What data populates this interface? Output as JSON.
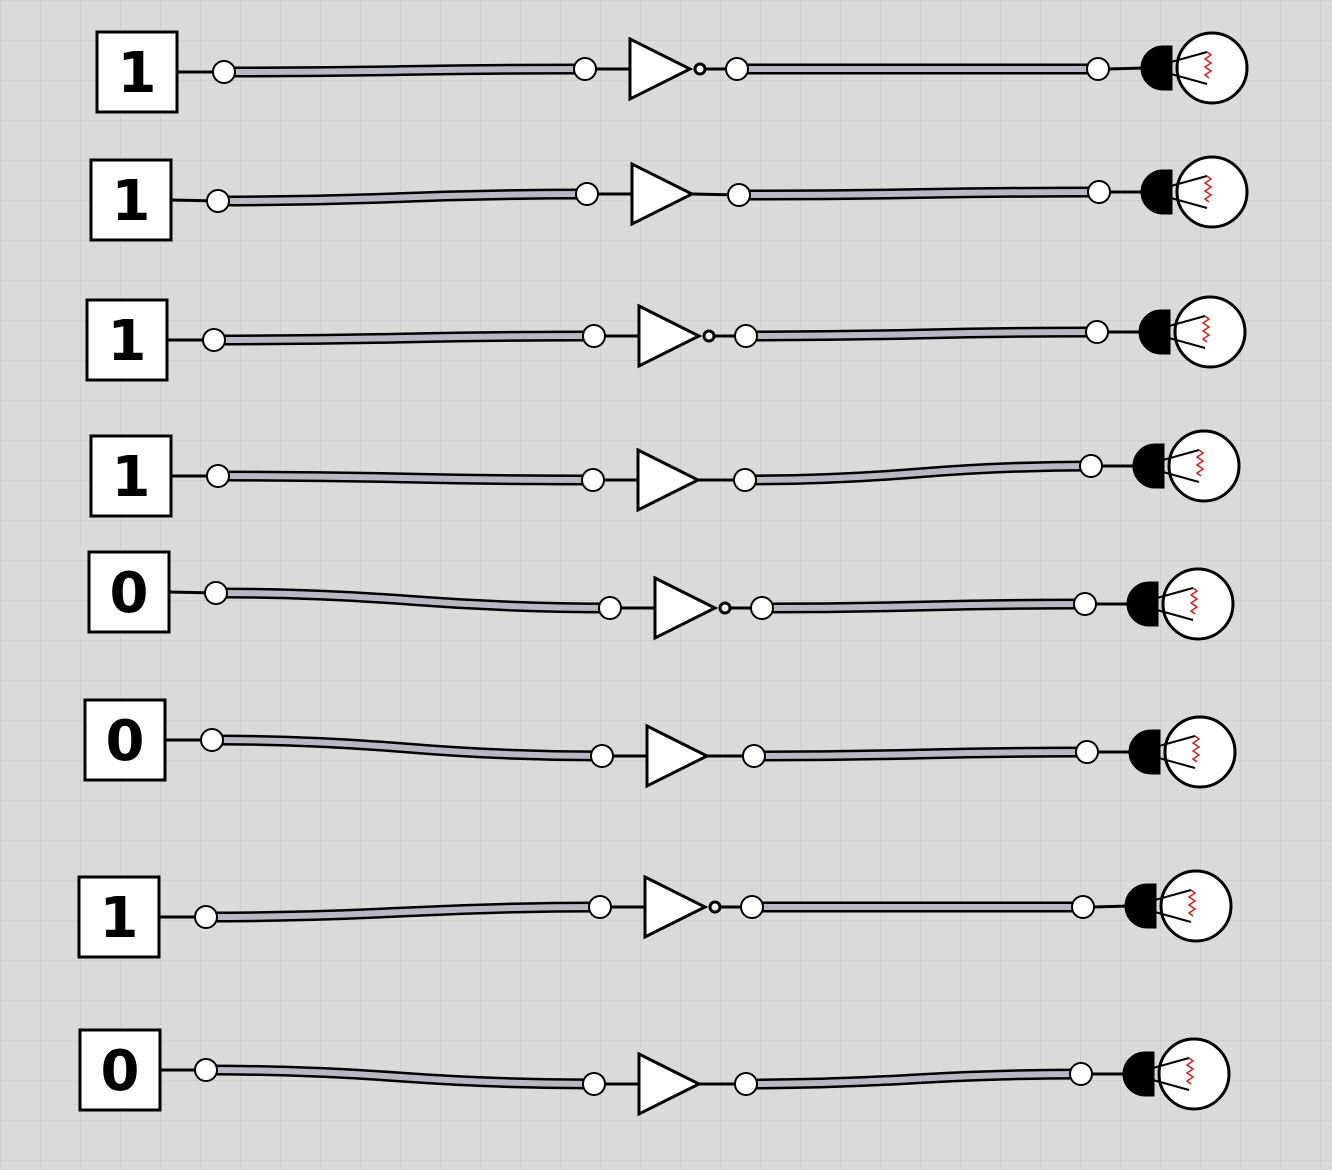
{
  "circuits": [
    {
      "input": "1",
      "gate": "not-gate"
    },
    {
      "input": "1",
      "gate": "buffer-gate"
    },
    {
      "input": "1",
      "gate": "not-gate"
    },
    {
      "input": "1",
      "gate": "buffer-gate"
    },
    {
      "input": "0",
      "gate": "not-gate"
    },
    {
      "input": "0",
      "gate": "buffer-gate"
    },
    {
      "input": "1",
      "gate": "not-gate"
    },
    {
      "input": "0",
      "gate": "buffer-gate"
    }
  ],
  "colors": {
    "background": "#dadada",
    "grid": "#cfcfcf",
    "wire_fill": "#b8b8c4",
    "stroke": "#000000",
    "filament": "#cc2222",
    "bulb_fill": "#ffffff"
  },
  "icons": {
    "input": "switch-box",
    "output": "light-bulb-icon"
  }
}
